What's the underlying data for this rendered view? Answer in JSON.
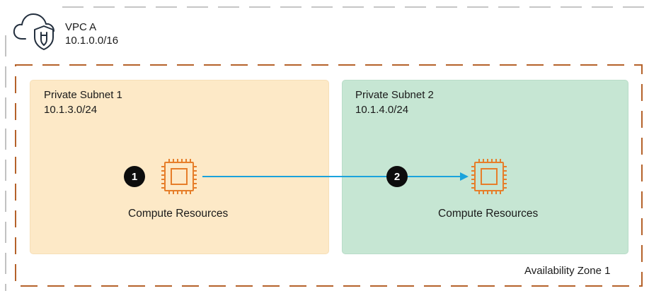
{
  "vpc": {
    "name": "VPC A",
    "cidr": "10.1.0.0/16",
    "icon": "vpc-cloud-shield-icon",
    "border_color": "#b3b3b3"
  },
  "availability_zone": {
    "label": "Availability Zone 1",
    "border_color": "#b5622a"
  },
  "subnets": [
    {
      "name": "Private Subnet 1",
      "cidr": "10.1.3.0/24",
      "fill_color": "#fde9c7",
      "resource": {
        "label": "Compute Resources",
        "icon": "compute-chip-icon",
        "step": "1"
      }
    },
    {
      "name": "Private Subnet 2",
      "cidr": "10.1.4.0/24",
      "fill_color": "#c6e6d3",
      "resource": {
        "label": "Compute Resources",
        "icon": "compute-chip-icon",
        "step": "2"
      }
    }
  ],
  "colors": {
    "chip": "#e67e2a",
    "arrow": "#1aa3dc",
    "badge": "#0d0d0d"
  }
}
